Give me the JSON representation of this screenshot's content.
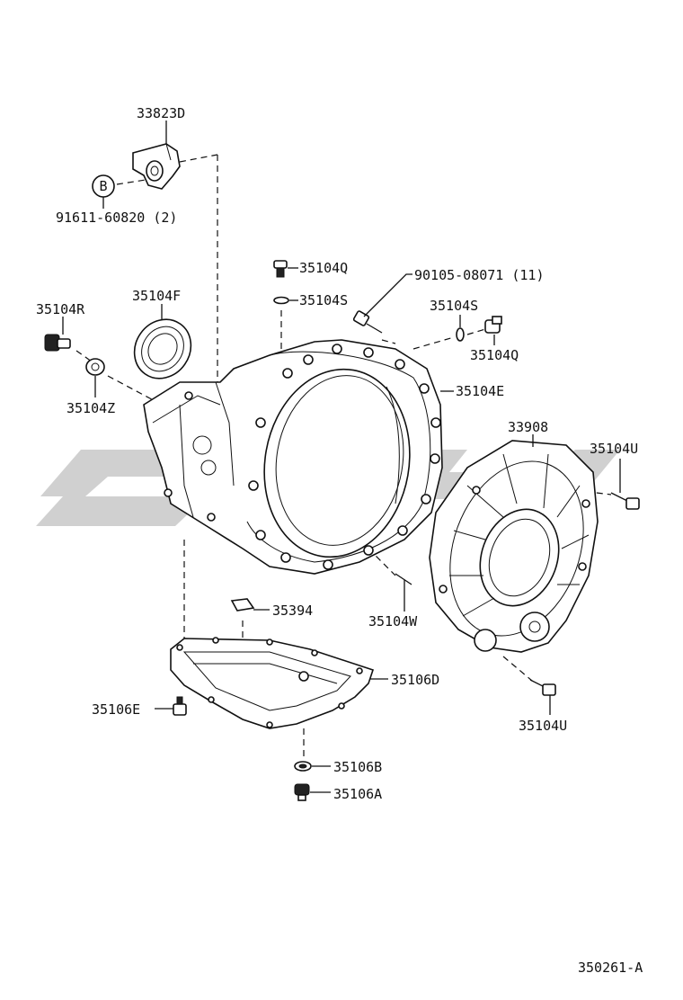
{
  "diagram": {
    "watermark_color": "#c8c8c8",
    "line_color": "#111111",
    "figure_number": "350261-A",
    "callouts": {
      "p33823D": "33823D",
      "pB": "B",
      "p91611": "91611-60820 (2)",
      "p35104Q_top": "35104Q",
      "p35104S_top": "35104S",
      "p90105": "90105-08071 (11)",
      "p35104S_right": "35104S",
      "p35104Q_right": "35104Q",
      "p35104R": "35104R",
      "p35104F": "35104F",
      "p35104Z": "35104Z",
      "p35104E": "35104E",
      "p33908": "33908",
      "p35104U_top": "35104U",
      "p35394": "35394",
      "p35104W": "35104W",
      "p35106D": "35106D",
      "p35106E": "35106E",
      "p35104U_bottom": "35104U",
      "p35106B": "35106B",
      "p35106A": "35106A"
    }
  }
}
